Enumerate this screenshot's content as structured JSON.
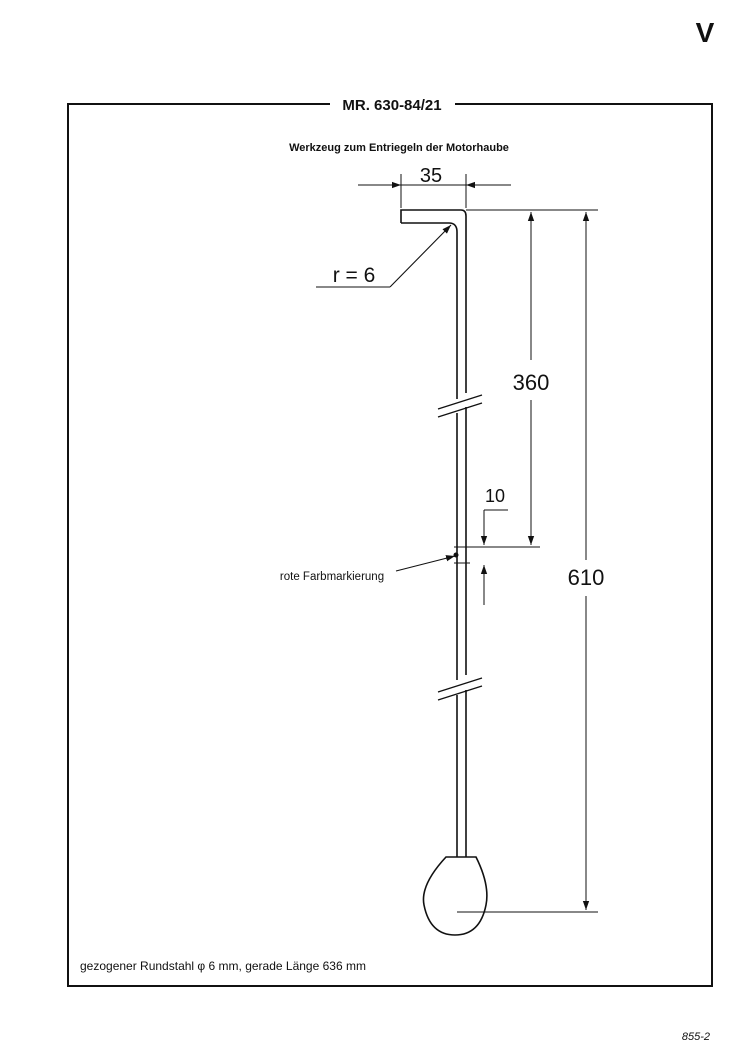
{
  "page": {
    "section_letter": "V",
    "page_ref": "855-2"
  },
  "frame": {
    "tool_number": "MR. 630-84/21"
  },
  "drawing": {
    "title": "Werkzeug zum Entriegeln der Motorhaube",
    "dims": {
      "hook_width": "35",
      "radius": "r = 6",
      "upper_length": "360",
      "mark_width": "10",
      "total_length": "610"
    },
    "labels": {
      "color_mark": "rote Farbmarkierung"
    },
    "footnote": "gezogener Rundstahl φ 6 mm, gerade Länge 636 mm"
  }
}
